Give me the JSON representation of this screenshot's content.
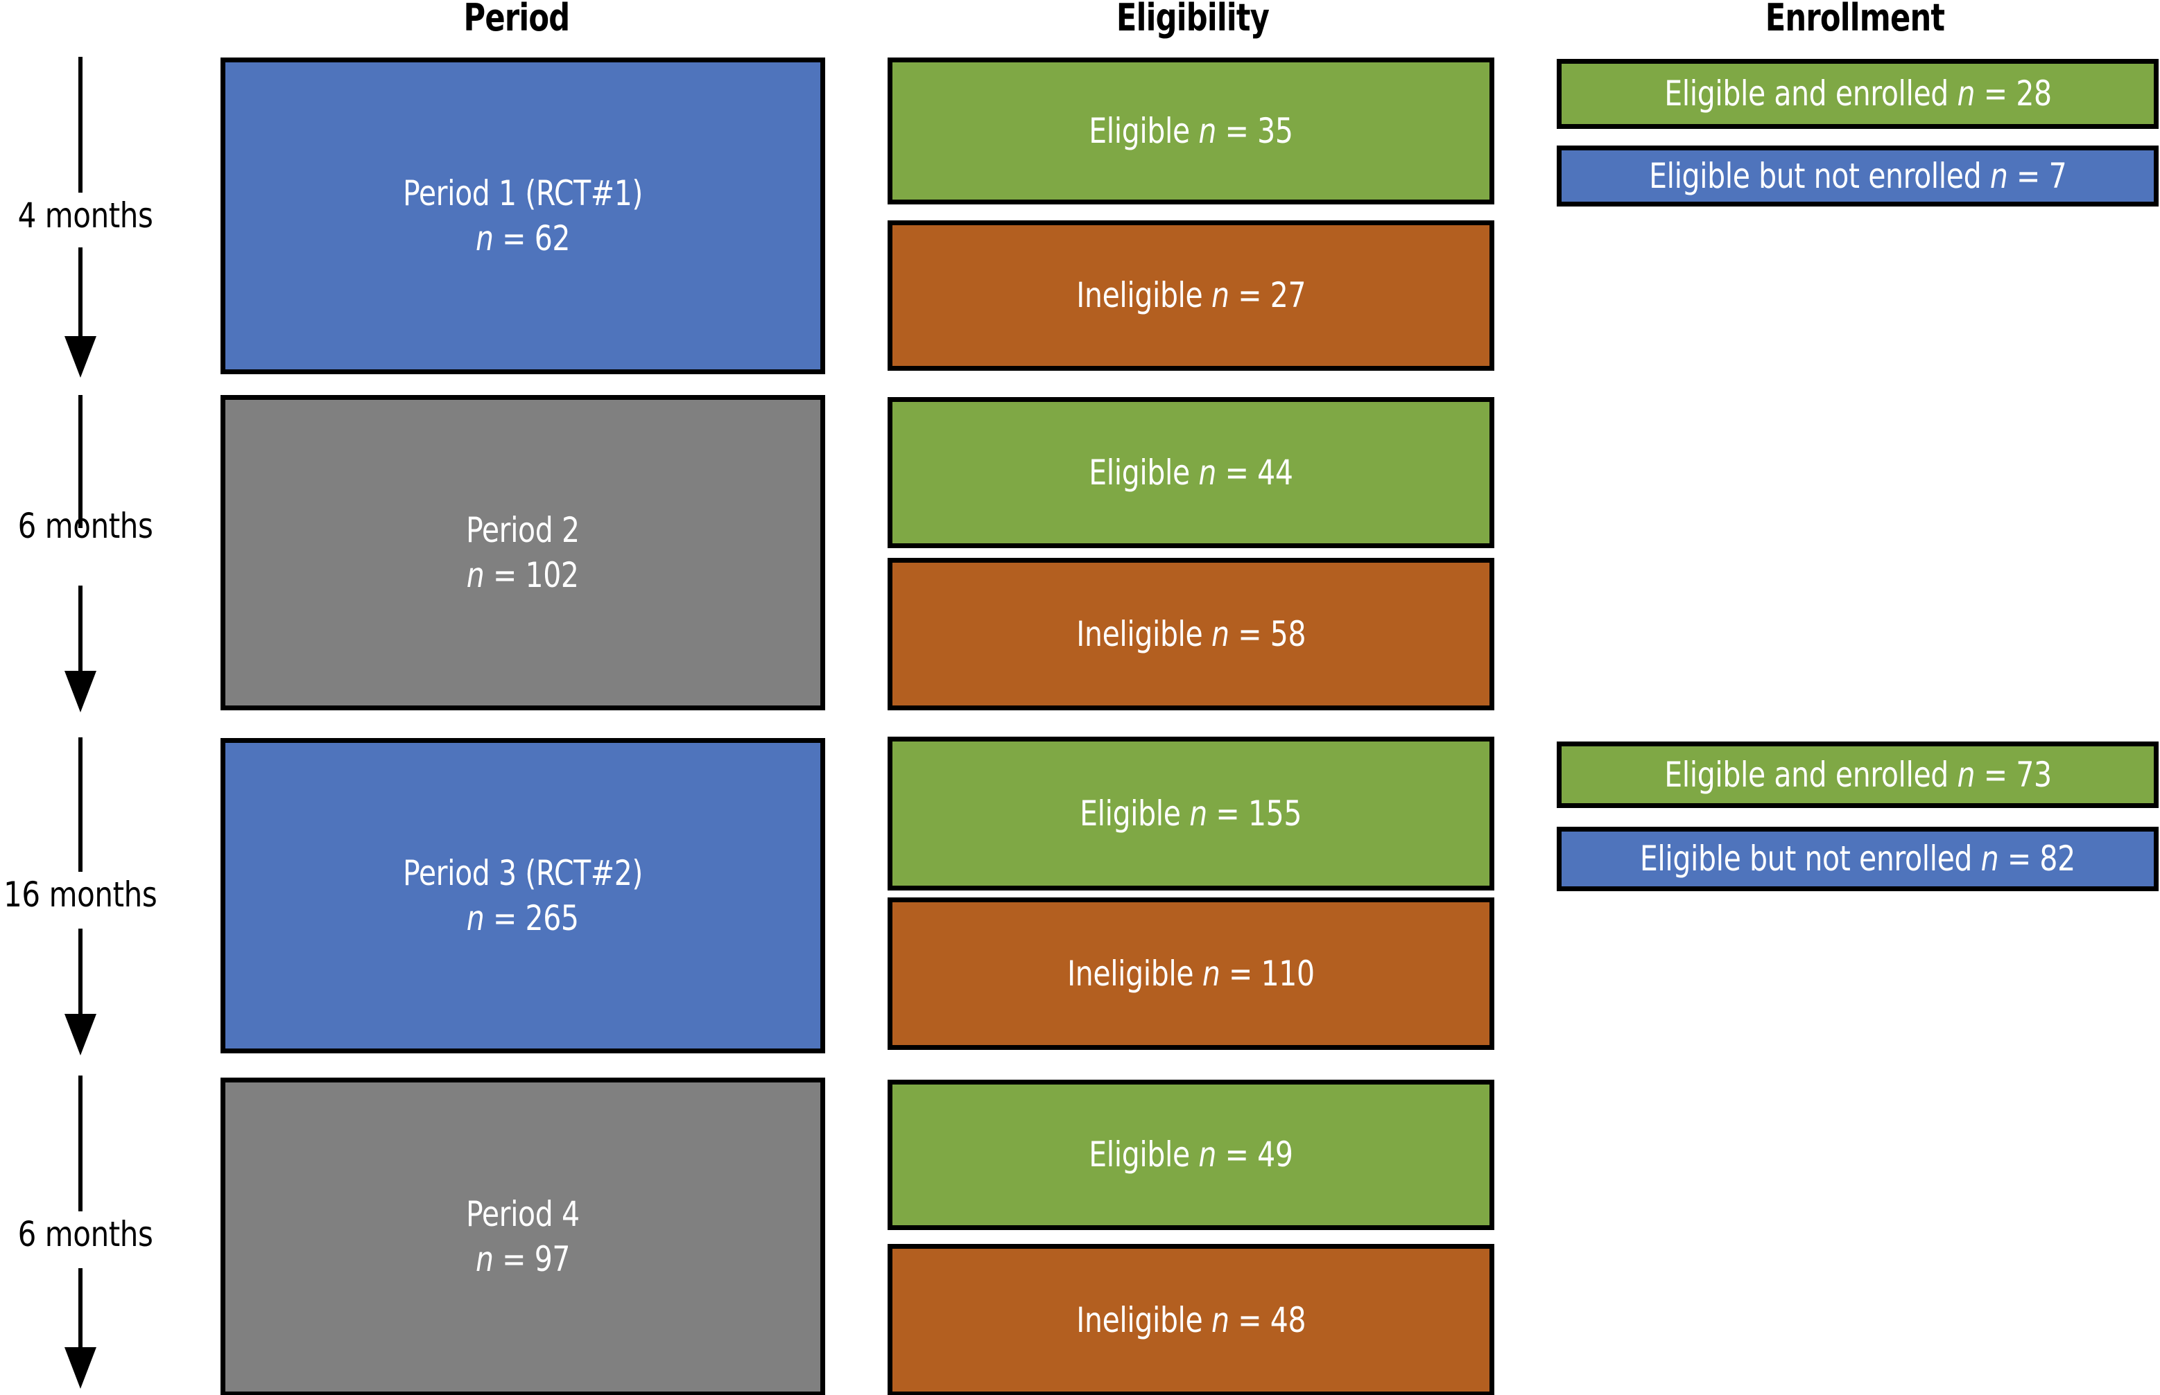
{
  "headers": {
    "period": "Period",
    "eligibility": "Eligibility",
    "enrollment": "Enrollment"
  },
  "timeline": [
    {
      "label": "4 months"
    },
    {
      "label": "6 months"
    },
    {
      "label": "16 months"
    },
    {
      "label": "6 months"
    }
  ],
  "colors": {
    "blue": "#4F74BC",
    "green": "#7FA845",
    "brown": "#B35F20",
    "gray": "#808080",
    "border": "#000000",
    "text_on_fill": "#FFFFFF",
    "header_text": "#000000"
  },
  "rows": [
    {
      "period": {
        "title": "Period 1 (RCT#1)",
        "stat_var": "n",
        "stat_value": "62",
        "stat": "n = 62",
        "color": "blue"
      },
      "eligible": {
        "label": "Eligible",
        "stat": "n = 35",
        "value": 35,
        "color": "green"
      },
      "ineligible": {
        "label": "Ineligible",
        "stat": "n = 27",
        "value": 27,
        "color": "brown"
      },
      "enrolled": {
        "text": "Eligible and enrolled",
        "stat": "n = 28",
        "value": 28,
        "color": "green"
      },
      "not_enrolled": {
        "text": "Eligible but not enrolled",
        "stat": "n = 7",
        "value": 7,
        "color": "blue"
      }
    },
    {
      "period": {
        "title": "Period 2",
        "stat_var": "n",
        "stat_value": "102",
        "stat": "n = 102",
        "color": "gray"
      },
      "eligible": {
        "label": "Eligible",
        "stat": "n = 44",
        "value": 44,
        "color": "green"
      },
      "ineligible": {
        "label": "Ineligible",
        "stat": "n = 58",
        "value": 58,
        "color": "brown"
      },
      "enrolled": null,
      "not_enrolled": null
    },
    {
      "period": {
        "title": "Period 3 (RCT#2)",
        "stat_var": "n",
        "stat_value": "265",
        "stat": "n = 265",
        "color": "blue"
      },
      "eligible": {
        "label": "Eligible",
        "stat": "n = 155",
        "value": 155,
        "color": "green"
      },
      "ineligible": {
        "label": "Ineligible",
        "stat": "n = 110",
        "value": 110,
        "color": "brown"
      },
      "enrolled": {
        "text": "Eligible and enrolled",
        "stat": "n = 73",
        "value": 73,
        "color": "green"
      },
      "not_enrolled": {
        "text": "Eligible but not enrolled",
        "stat": "n = 82",
        "value": 82,
        "color": "blue"
      }
    },
    {
      "period": {
        "title": "Period 4",
        "stat_var": "n",
        "stat_value": "97",
        "stat": "n = 97",
        "color": "gray"
      },
      "eligible": {
        "label": "Eligible",
        "stat": "n = 49",
        "value": 49,
        "color": "green"
      },
      "ineligible": {
        "label": "Ineligible",
        "stat": "n = 48",
        "value": 48,
        "color": "brown"
      },
      "enrolled": null,
      "not_enrolled": null
    }
  ]
}
